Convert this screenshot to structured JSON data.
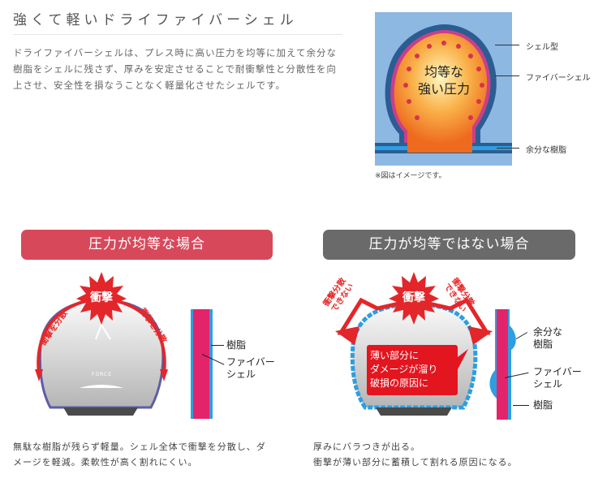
{
  "heading": "強くて軽いドライファイバーシェル",
  "intro": "ドライファイバーシェルは、プレス時に高い圧力を均等に加えて余分な樹脂をシェルに残さず、厚みを安定させることで耐衝撃性と分散性を向上させ、安全性を損なうことなく軽量化させたシェルです。",
  "top_diagram": {
    "center_text_1": "均等な",
    "center_text_2": "強い圧力",
    "labels": {
      "mold": "シェル型",
      "fiber": "ファイバーシェル",
      "resin": "余分な樹脂"
    },
    "note": "※図はイメージです。"
  },
  "left": {
    "banner": "圧力が均等な場合",
    "impact": "衝撃",
    "disperse_left": "衝撃を分散",
    "disperse_right": "衝撃を分散",
    "logo": "FORCE",
    "labels": {
      "resin": "樹脂",
      "fiber_1": "ファイバー",
      "fiber_2": "シェル"
    },
    "caption_1": "無駄な樹脂が残らず軽量。シェル全体で衝撃を分散し、ダ",
    "caption_2": "メージを軽減。柔軟性が高く割れにくい。"
  },
  "right": {
    "banner": "圧力が均等ではない場合",
    "impact": "衝撃",
    "cannot_1": "衝撃分散",
    "cannot_2": "できない",
    "warning_1": "薄い部分に",
    "warning_2": "ダメージが溜り",
    "warning_3": "破損の原因に",
    "labels": {
      "excess_1": "余分な",
      "excess_2": "樹脂",
      "fiber_1": "ファイバー",
      "fiber_2": "シェル",
      "resin": "樹脂"
    },
    "caption_1": "厚みにバラつきが出る。",
    "caption_2": "衝撃が薄い部分に蓄積して割れる原因になる。"
  },
  "colors": {
    "red_banner": "#d8485b",
    "gray_banner": "#6a6a6a",
    "mold_blue": "#8db8e2",
    "fiber_pink": "#e3246b",
    "resin_blue": "#2d9ee0",
    "impact_red": "#e3262a"
  }
}
